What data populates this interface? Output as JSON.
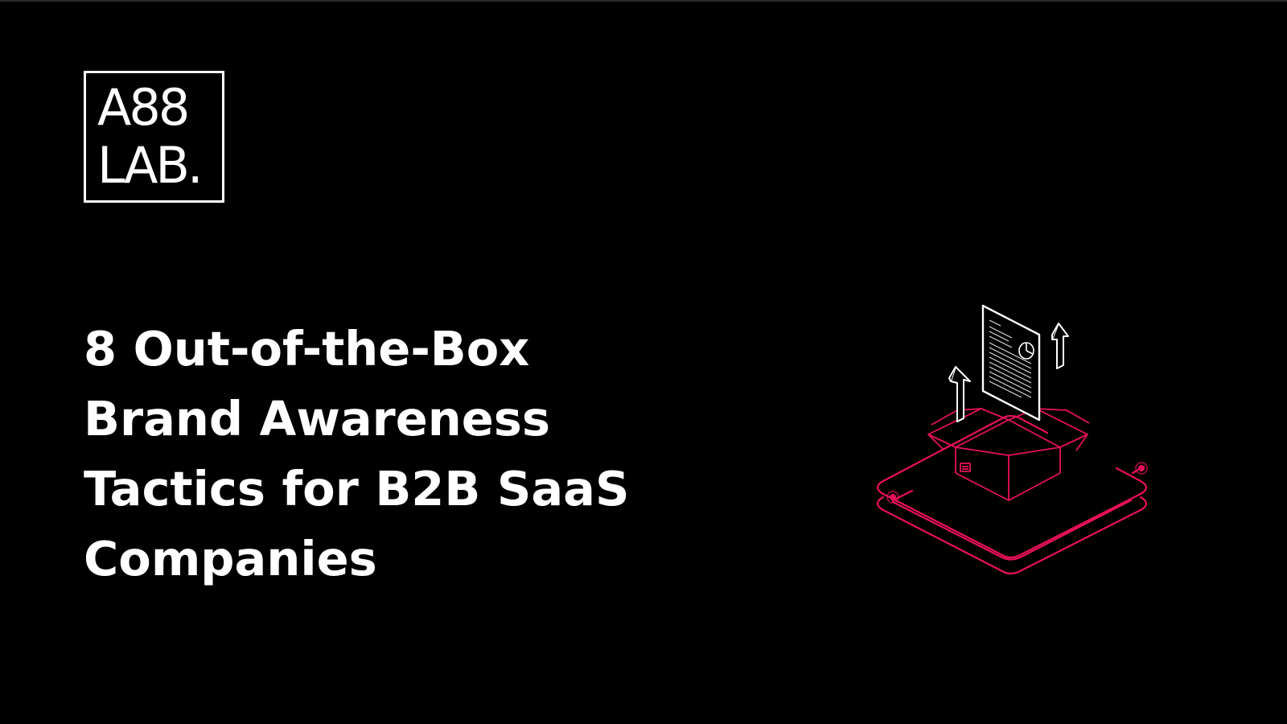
{
  "brand": {
    "logo_line1": "A88",
    "logo_line2": "LAB."
  },
  "headline": {
    "lines": [
      "8 Out-of-the-Box",
      "Brand Awareness",
      "Tactics for B2B SaaS",
      "Companies"
    ]
  },
  "colors": {
    "background": "#000000",
    "text": "#ffffff",
    "accent": "#e8115b"
  },
  "illustration": {
    "icon": "open-box-with-document-and-arrows-icon"
  }
}
